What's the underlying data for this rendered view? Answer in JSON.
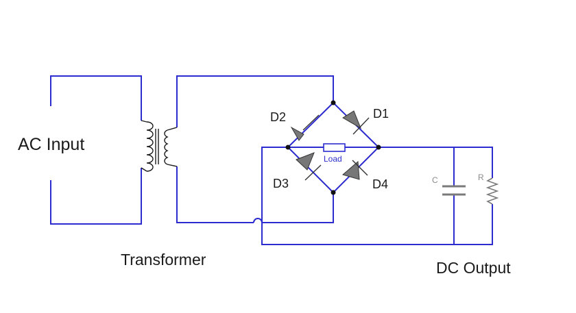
{
  "labels": {
    "ac_input": "AC Input",
    "transformer": "Transformer",
    "dc_output": "DC Output",
    "d1": "D1",
    "d2": "D2",
    "d3": "D3",
    "d4": "D4",
    "load": "Load",
    "capacitor": "C",
    "resistor": "R"
  },
  "colors": {
    "wire": "#2b2bd0",
    "component": "#7a7a7a",
    "diode_fill": "#777777",
    "node": "#111111",
    "text": "#1a1a1a"
  }
}
